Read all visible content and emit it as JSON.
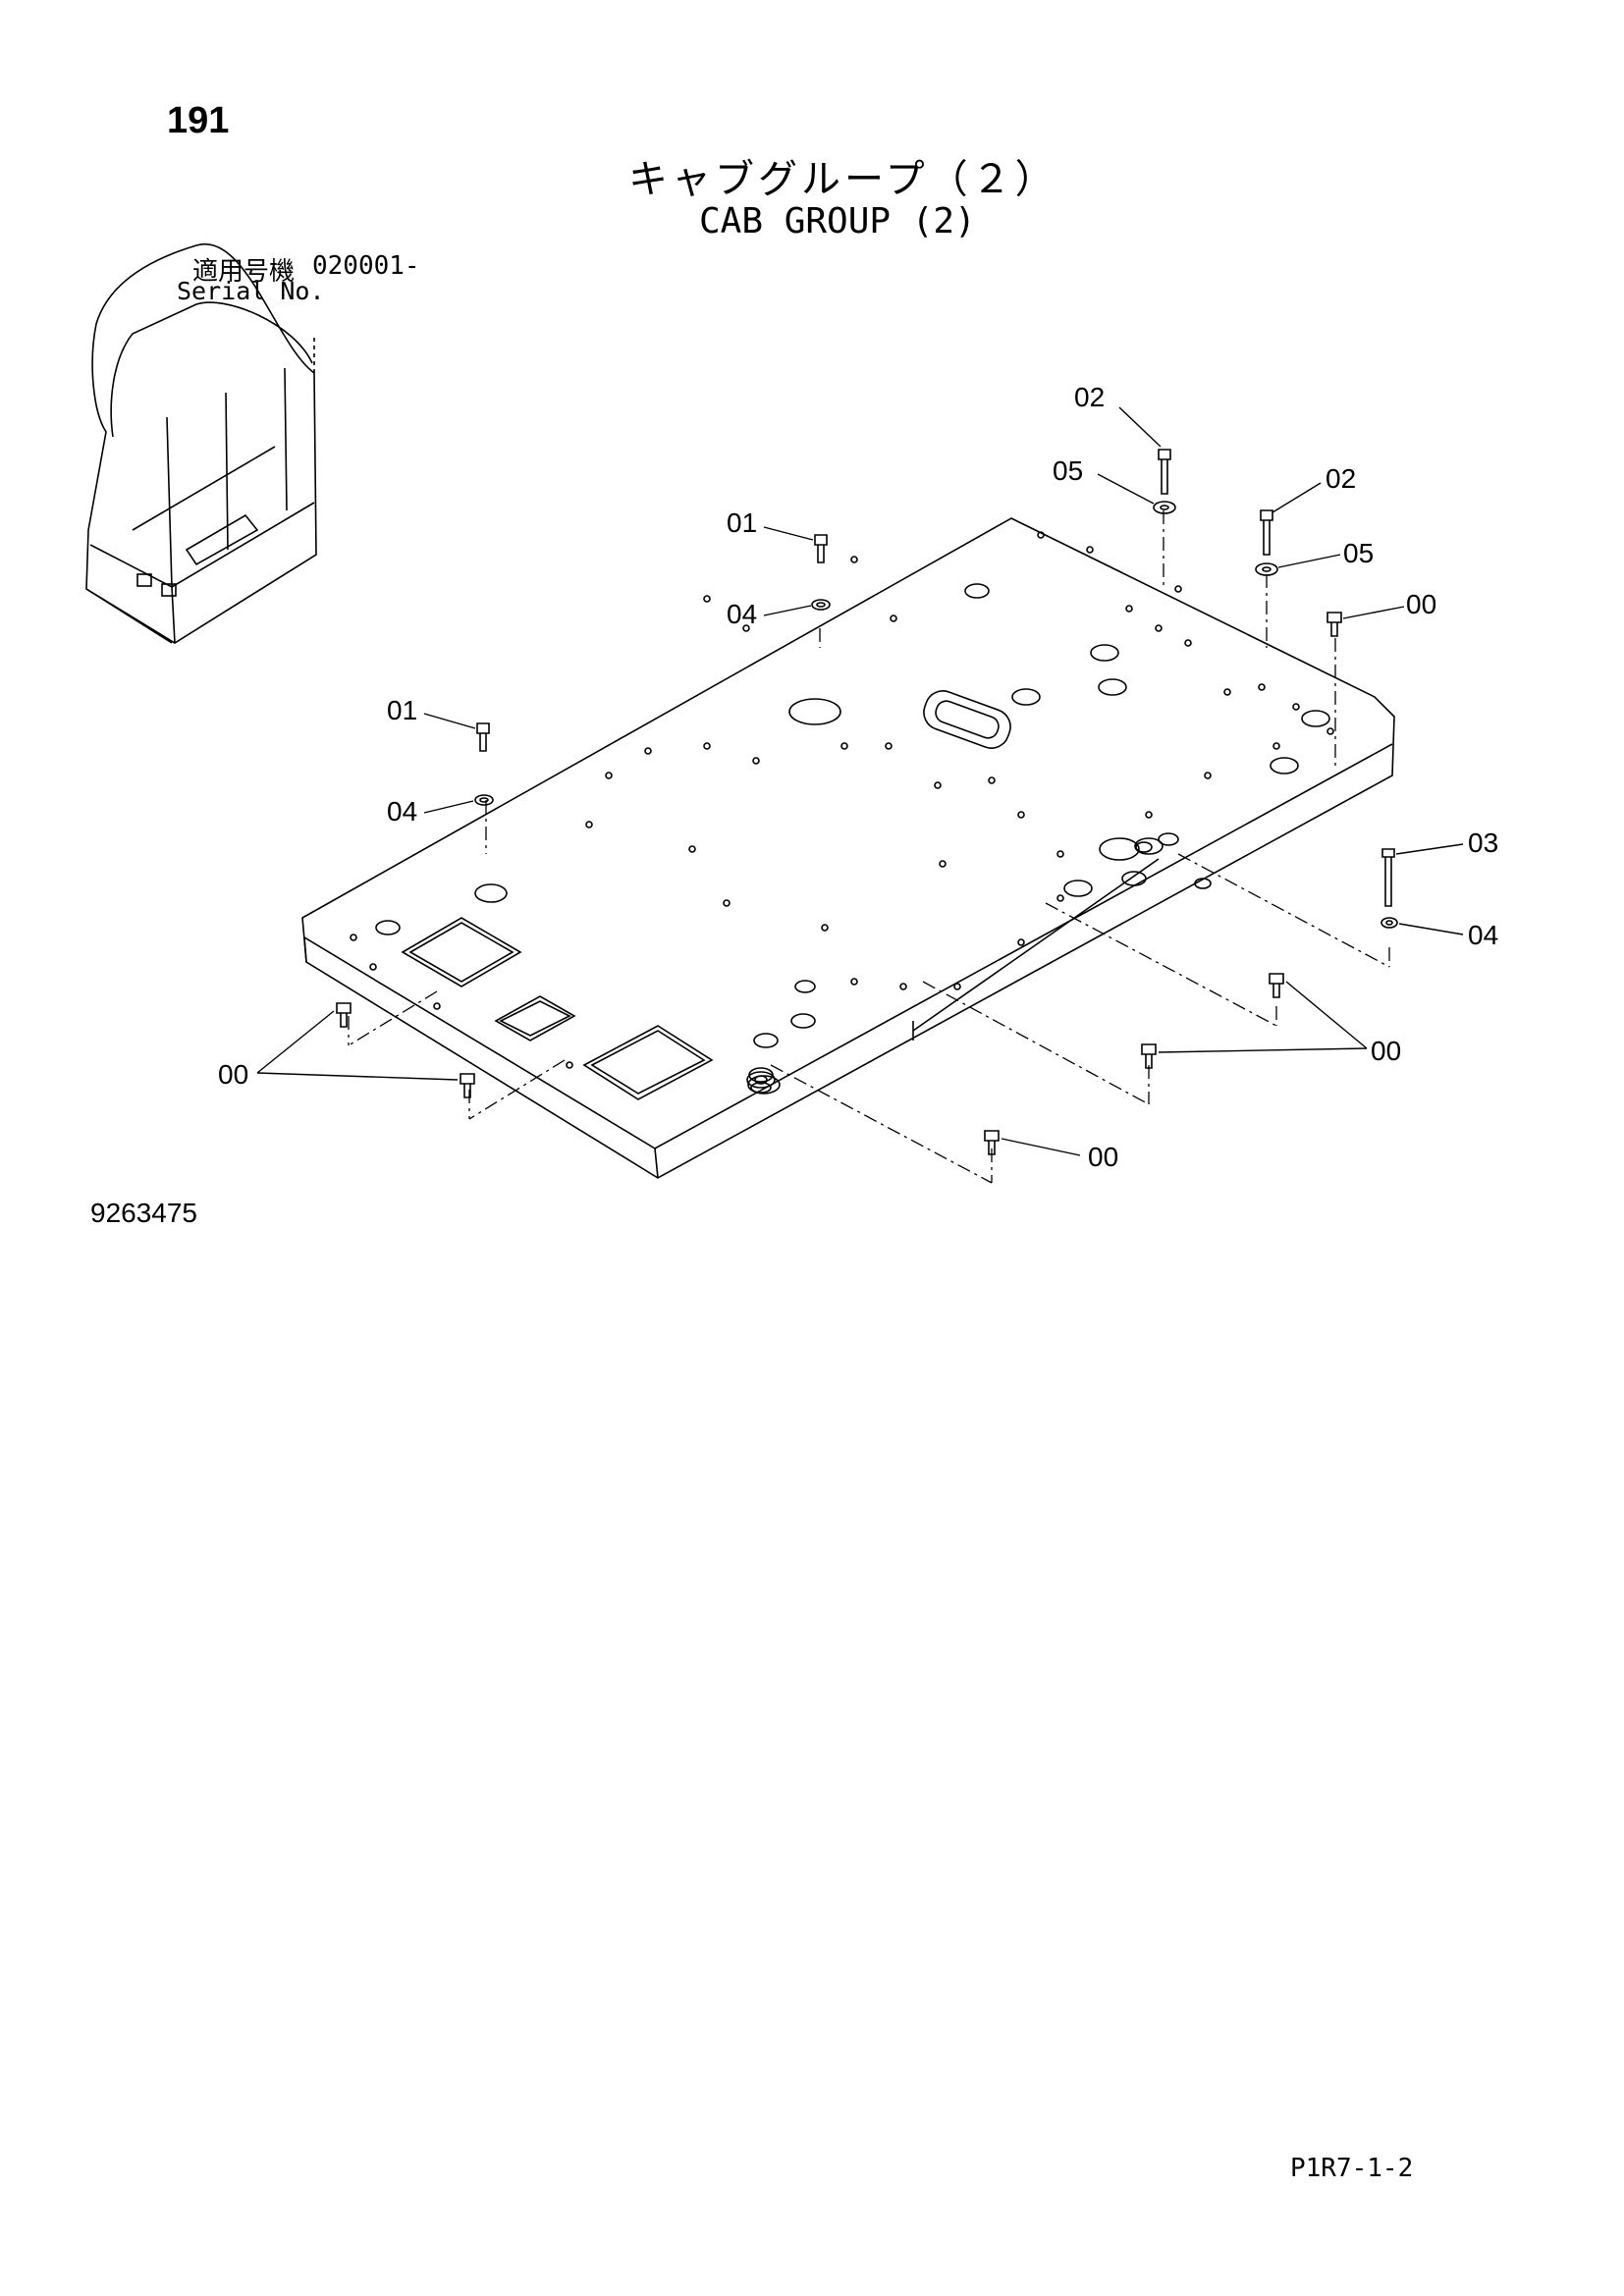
{
  "header": {
    "page_number": "191",
    "title_ja": "キャブグループ（２）",
    "title_en": "CAB GROUP (2)",
    "serial_label_ja": "適用号機",
    "serial_value": "020001-",
    "serial_label_en": "Serial No."
  },
  "footer": {
    "drawing_number": "9263475",
    "page_code": "P1R7-1-2"
  },
  "callouts": {
    "c02_top": "02",
    "c05_top": "05",
    "c02_right": "02",
    "c05_right": "05",
    "c00_top_right": "00",
    "c01_upper": "01",
    "c04_upper": "04",
    "c01_left": "01",
    "c04_left": "04",
    "c03": "03",
    "c04_right": "04",
    "c00_left": "00",
    "c00_mid_right": "00",
    "c00_bottom": "00"
  }
}
